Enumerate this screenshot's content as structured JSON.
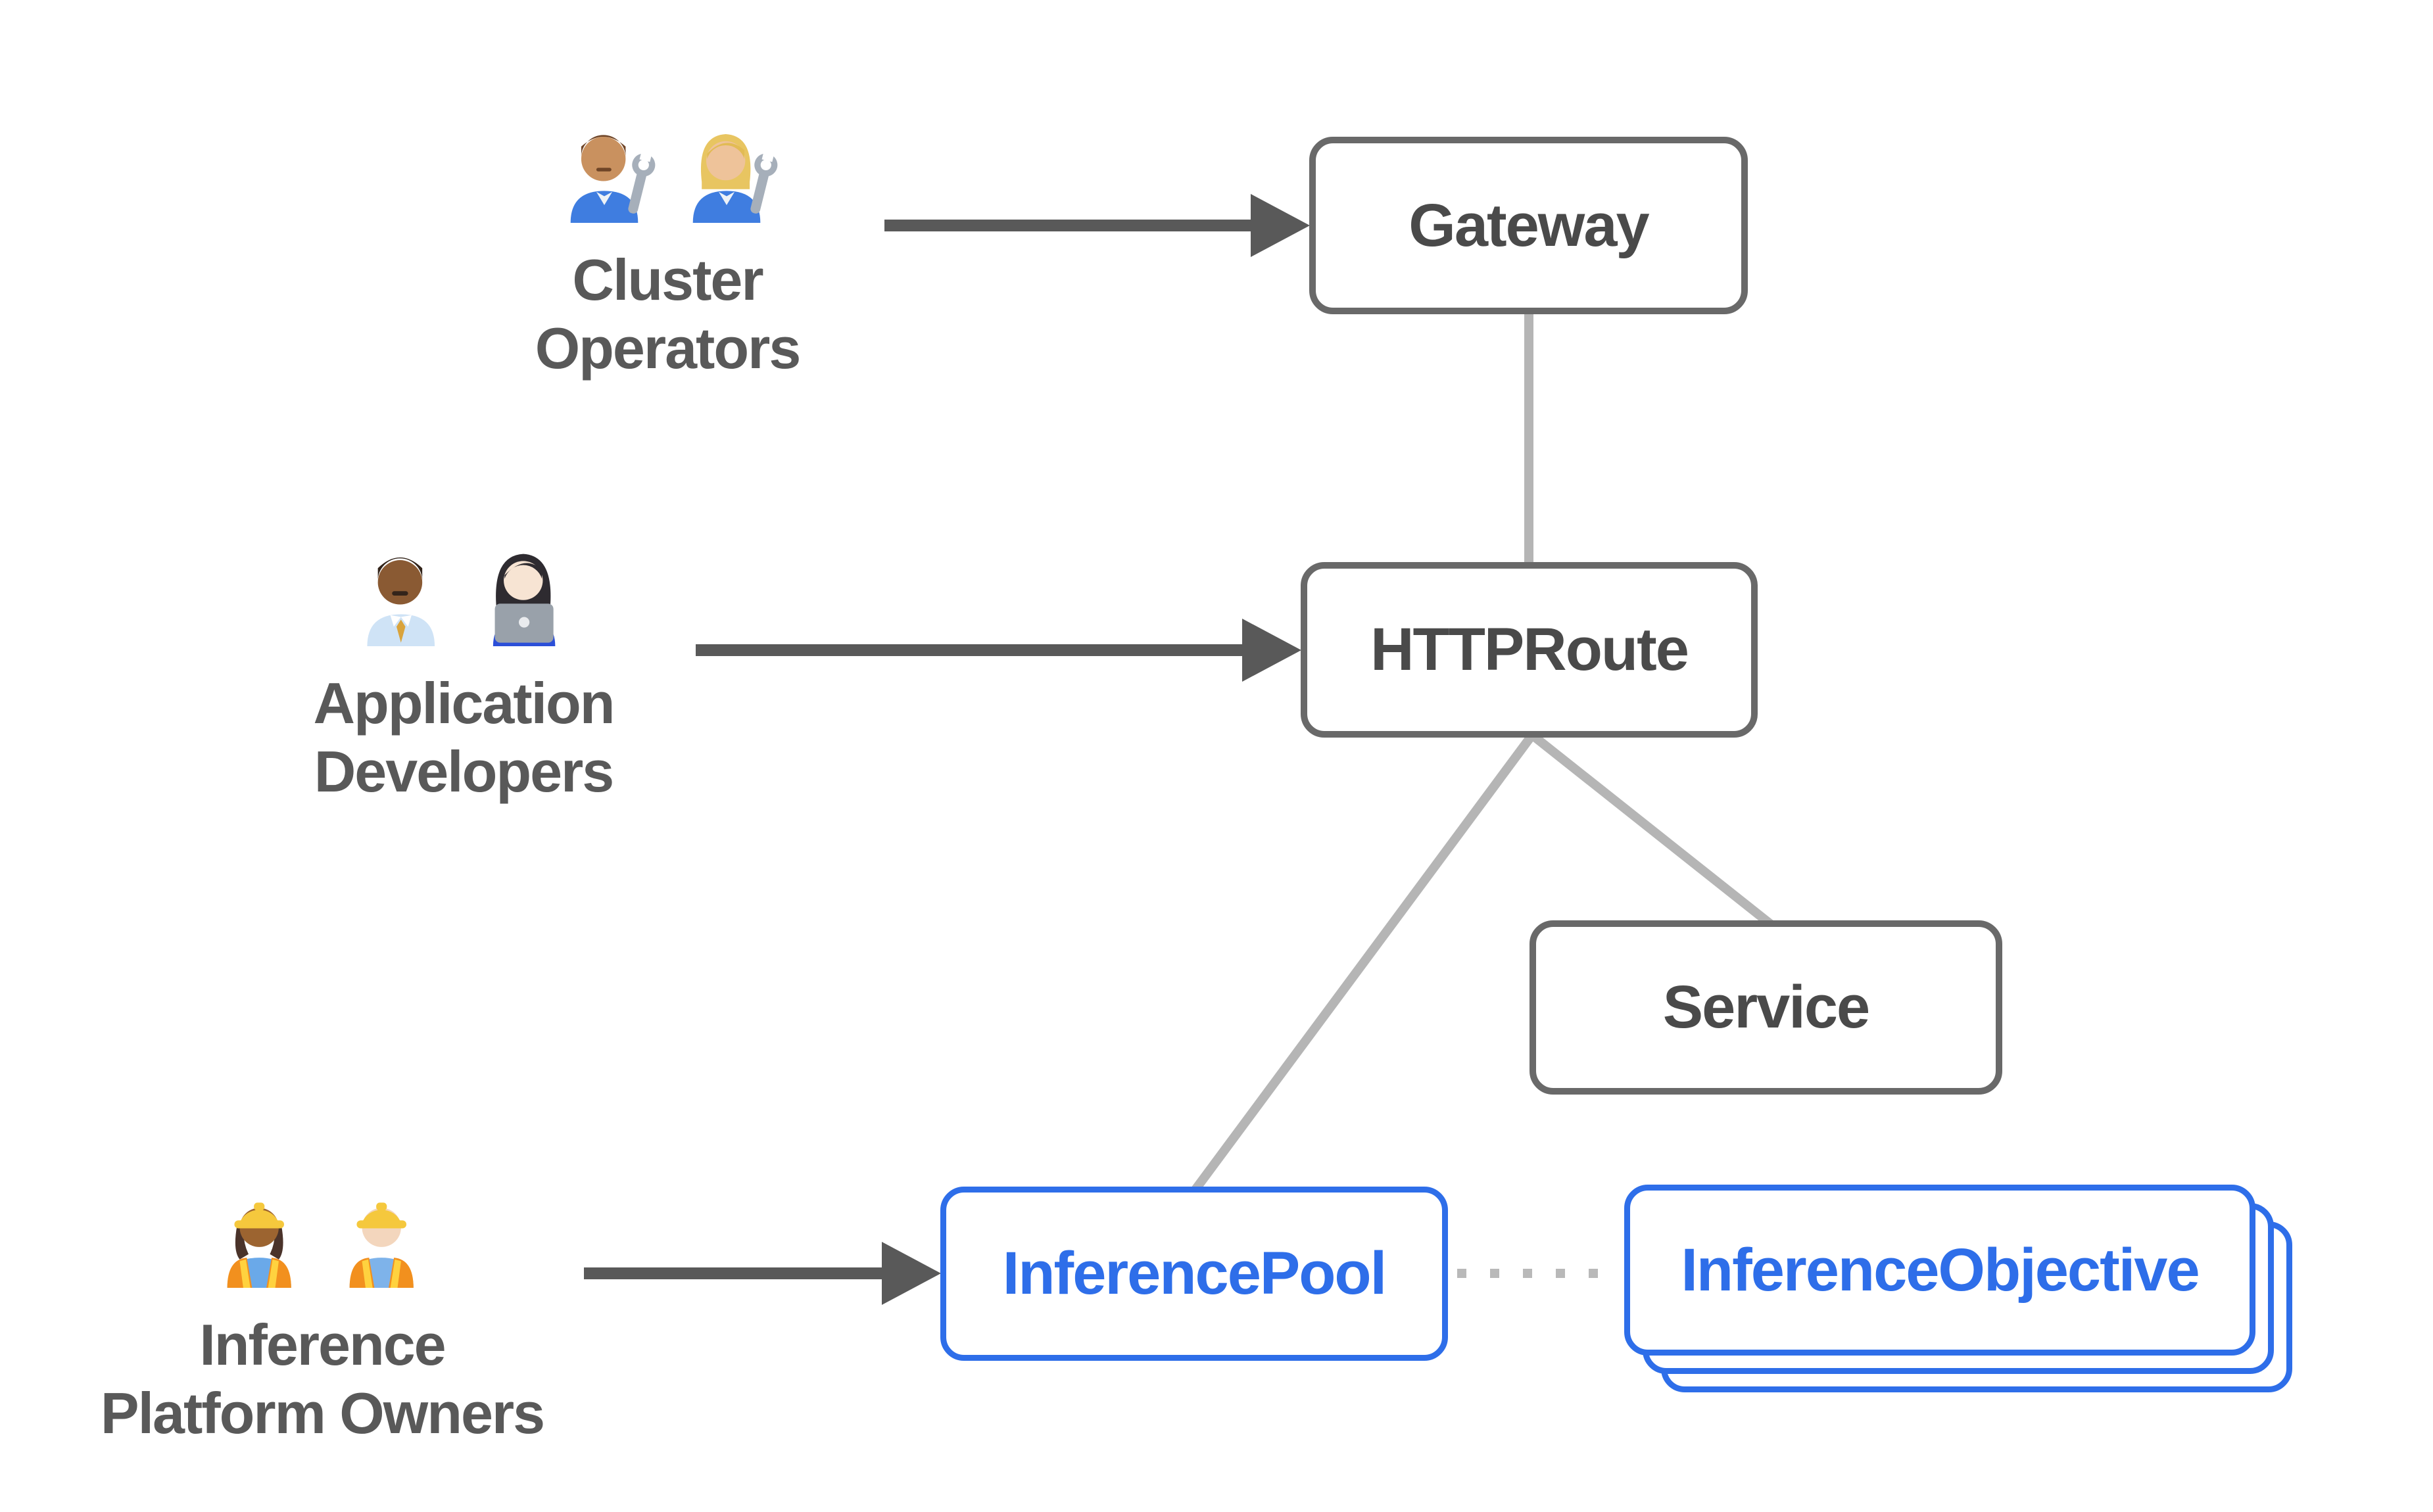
{
  "colors": {
    "border_gray": "#696969",
    "text_gray": "#4a4a4a",
    "blue": "#2e6ee9",
    "connector_light": "#b5b5b5",
    "dotted_gray": "#b9b9b9",
    "arrow_dark": "#595959",
    "label_gray": "#595959",
    "background": "#ffffff"
  },
  "actors": [
    {
      "id": "cluster-operators",
      "label_lines": [
        "Cluster",
        "Operators"
      ],
      "icons": [
        "man-mechanic",
        "woman-mechanic"
      ]
    },
    {
      "id": "application-developers",
      "label_lines": [
        "Application",
        "Developers"
      ],
      "icons": [
        "man-office-worker",
        "woman-technologist"
      ]
    },
    {
      "id": "inference-platform-owners",
      "label_lines": [
        "Inference",
        "Platform Owners"
      ],
      "icons": [
        "woman-construction-worker",
        "man-construction-worker"
      ]
    }
  ],
  "nodes": [
    {
      "id": "gateway",
      "label": "Gateway",
      "variant": "gray",
      "stacked": false
    },
    {
      "id": "httproute",
      "label": "HTTPRoute",
      "variant": "gray",
      "stacked": false
    },
    {
      "id": "service",
      "label": "Service",
      "variant": "gray",
      "stacked": false
    },
    {
      "id": "inferencepool",
      "label": "InferencePool",
      "variant": "blue",
      "stacked": false
    },
    {
      "id": "inferenceobjective",
      "label": "InferenceObjective",
      "variant": "blue",
      "stacked": true
    }
  ],
  "edges": [
    {
      "from": "cluster-operators",
      "to": "gateway",
      "style": "dark-arrow"
    },
    {
      "from": "gateway",
      "to": "httproute",
      "style": "light-line"
    },
    {
      "from": "application-developers",
      "to": "httproute",
      "style": "dark-arrow"
    },
    {
      "from": "httproute",
      "to": "inferencepool",
      "style": "light-line"
    },
    {
      "from": "httproute",
      "to": "service",
      "style": "light-line"
    },
    {
      "from": "inference-platform-owners",
      "to": "inferencepool",
      "style": "dark-arrow"
    },
    {
      "from": "inferencepool",
      "to": "inferenceobjective",
      "style": "light-dotted"
    }
  ]
}
